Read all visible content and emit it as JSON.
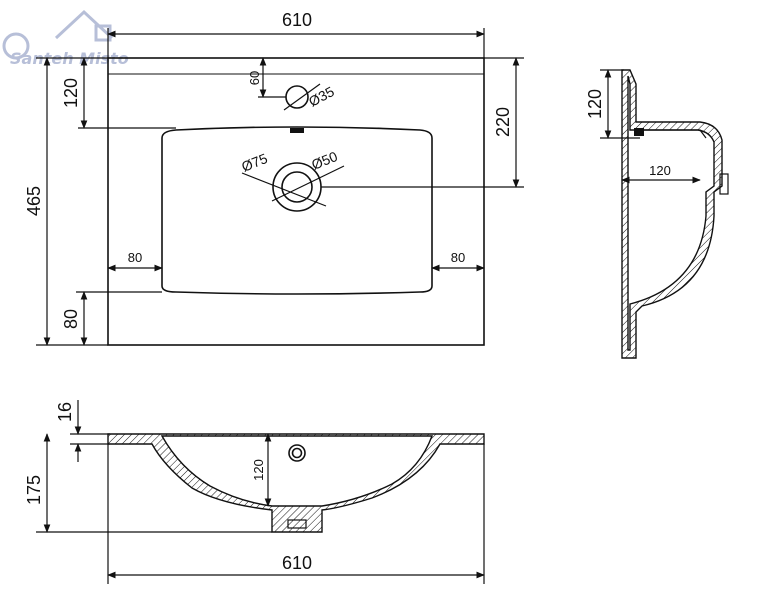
{
  "logo": {
    "text": "Santeh Misto",
    "icon": "house-logo-icon",
    "color": "#b7bfd8"
  },
  "top_view": {
    "width_label": "610",
    "height_label": "465",
    "tap_offset_label": "120",
    "tap_hole_label": "60",
    "tap_diameter_label": "Ø35",
    "bowl_depth_label": "220",
    "drain_outer_label": "Ø75",
    "drain_inner_label": "Ø50",
    "left_margin_label": "80",
    "right_margin_label": "80",
    "front_margin_label": "80"
  },
  "side_view": {
    "rim_height_label": "120",
    "back_offset_label": "120"
  },
  "front_view": {
    "thickness_label": "16",
    "height_label": "175",
    "depth_label": "120",
    "width_label": "610"
  }
}
